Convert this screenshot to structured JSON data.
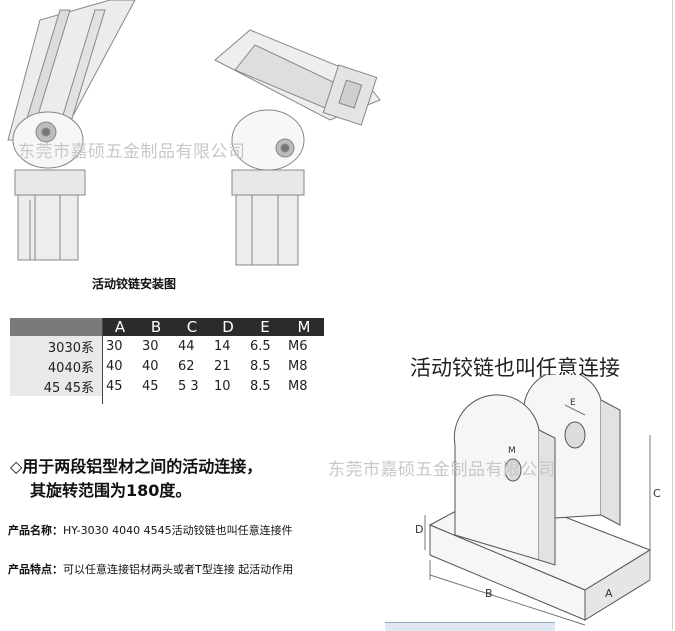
{
  "top_caption": "活动铰链安装图",
  "watermark_top": "东莞市嘉硕五金制品有限公司",
  "watermark_mid": "东莞市嘉硕五金制品有限公司",
  "spec_table": {
    "headers": [
      "A",
      "B",
      "C",
      "D",
      "E",
      "M"
    ],
    "rows": [
      {
        "series": "3030系",
        "values": [
          "30",
          "30",
          "44",
          "14",
          "6.5",
          "M6"
        ]
      },
      {
        "series": "4040系",
        "values": [
          "40",
          "40",
          "62",
          "21",
          "8.5",
          "M8"
        ]
      },
      {
        "series": "45 45系",
        "values": [
          "45",
          "45",
          "5 3",
          "10",
          "8.5",
          "M8"
        ]
      }
    ]
  },
  "right_title": "活动铰链也叫任意连接",
  "bullet_line1": "◇用于两段铝型材之间的活动连接，",
  "bullet_line2": "其旋转范围为180度。",
  "product_name_label": "产品名称：",
  "product_name_value": "HY-3030  4040  4545活动铰链也叫任意连接件",
  "product_feature_label": "产品特点：",
  "product_feature_value": "可以任意连接铝材两头或者T型连接 起活动作用",
  "dim_labels": {
    "b": "B",
    "a": "A",
    "c": "C",
    "d": "D",
    "m": "M",
    "e": "E"
  }
}
